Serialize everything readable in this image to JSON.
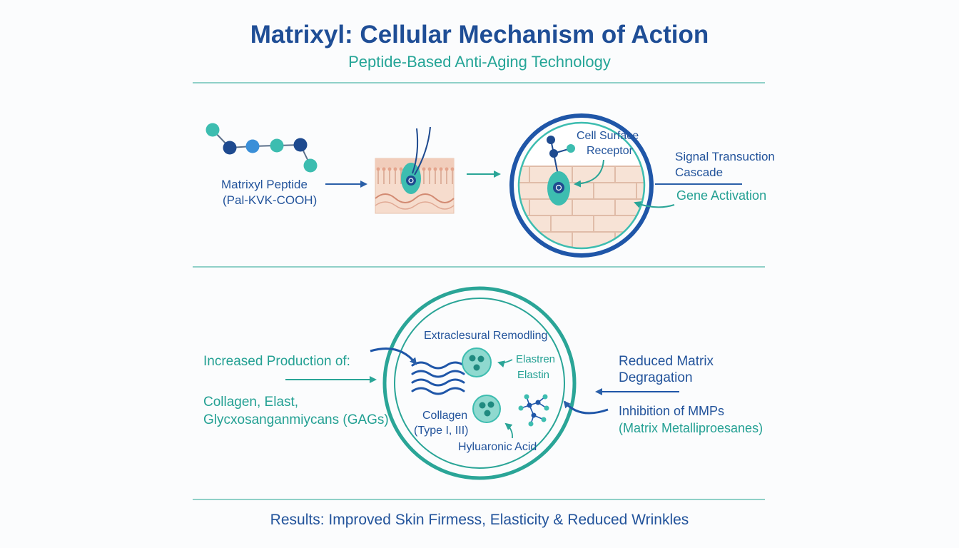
{
  "header": {
    "title": "Matrixyl: Cellular Mechanism of Action",
    "subtitle": "Peptide-Based Anti-Aging Technology"
  },
  "top_panel": {
    "peptide_label_line1": "Matrixyl Peptide",
    "peptide_label_line2": "(Pal-KVK-COOH)",
    "receptor_label_line1": "Cell Surface",
    "receptor_label_line2": "Receptor",
    "signal_label_line1": "Signal Transuction",
    "signal_label_line2": "Cascade",
    "gene_label": "Gene Activation"
  },
  "bottom_panel": {
    "increased_label": "Increased Production of:",
    "collagen_list_line1": "Collagen, Elast,",
    "collagen_list_line2": "Glycxosanganmiycans (GAGs)",
    "circle_title": "Extraclesural Remodling",
    "elastren_label": "Elastren",
    "elastin_label": "Elastin",
    "collagen_type_line1": "Collagen",
    "collagen_type_line2": "(Type I, III)",
    "hyaluronic_label": "Hyluaronic Acid",
    "reduced_line1": "Reduced Matrix",
    "reduced_line2": "Degragation",
    "inhibition_line1": "Inhibition of MMPs",
    "inhibition_line2": "(Matrix Metalliproesanes)"
  },
  "footer": {
    "results": "Results: Improved Skin Firmess, Elasticity & Reduced Wrinkles"
  },
  "colors": {
    "navy": "#1f4e96",
    "teal": "#25a597",
    "light_teal": "#8fd0c8",
    "skin": "#f6dccd"
  }
}
